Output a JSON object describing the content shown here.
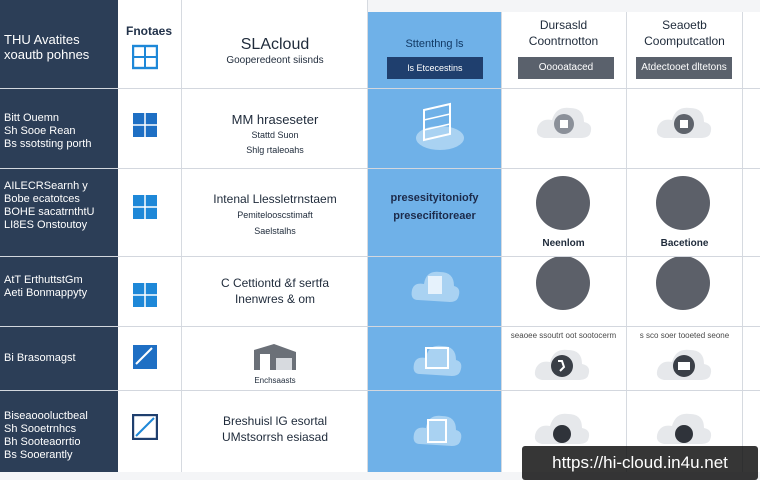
{
  "labels": {
    "r1": [
      "THU Avatites",
      "xoautb pohnes"
    ],
    "r2": [
      "Bitt Ouemn",
      "Sh Sooe Rean",
      "Bs ssotsting porth"
    ],
    "r3": [
      "AILECRSearnh y",
      "Bobe ecatotces",
      "BOHE sacatrnthtU",
      "LI8ES Onstoutoy"
    ],
    "r4": [
      "AtT ErthuttstGm",
      "Aeti Bonmappyty"
    ],
    "r5": [
      "Bi Brasomagst"
    ],
    "r6": [
      "Biseaoooluctbeal",
      "Sh Sooetrnhcs",
      "Bh Sooteaorrtio",
      "Bs Sooerantly"
    ]
  },
  "icon_column": {
    "header": "Fnotaes"
  },
  "main": {
    "r1_title": "SLAcloud",
    "r1_sub": "Gooperedeont siisnds",
    "r2_title": "MM hraseseter",
    "r2_sub1": "Stattd Suon",
    "r2_sub2": "Shlg rtaleoahs",
    "r3_title": "Intenal Llessletrnstaem",
    "r3_sub1": "Pemitelooscstimaft",
    "r3_sub2": "Saelstalhs",
    "r4_title": "C Cettiontd &f sertfa",
    "r4_sub": "Inenwres & om",
    "r5_caption": "Enchsaasts",
    "r6_line1": "Breshuisl lG esortal",
    "r6_line2": "UMstsorrsh esiasad"
  },
  "blue_column": {
    "header": "Sttenthng ls",
    "button": "ls Etcecestins",
    "r3_line1": "presesityitoniofy",
    "r3_line2": "presecifitoreaer"
  },
  "col4": {
    "header1": "Dursasld",
    "header2": "Coontrnotton",
    "button": "Ooooataced",
    "r3_caption": "Neenlom",
    "r5_small": "seaoee ssoutrt oot sootocerm"
  },
  "col5": {
    "header1": "Seaoetb",
    "header2": "Coomputcatlon",
    "button": "Atdectooet dltetons",
    "r3_caption": "Bacetione",
    "r5_small": "s sco soer tooeted seone"
  },
  "watermark": "https://hi-cloud.in4u.net",
  "colors": {
    "navy": "#2c3e57",
    "blue_column": "#6fb1e8",
    "blue_button": "#1f3f6e",
    "gray_button": "#5a616c",
    "win_icon": "#1e88d8"
  }
}
